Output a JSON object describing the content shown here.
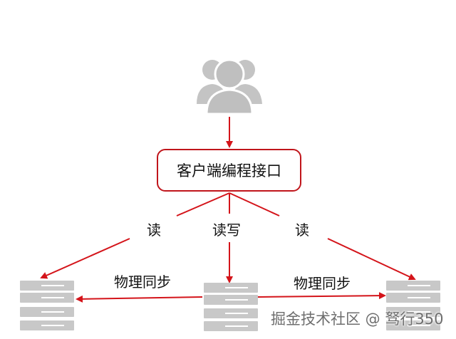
{
  "diagram": {
    "api_box_label": "客户端编程接口",
    "edges": {
      "read_left": "读",
      "read_write_center": "读写",
      "read_right": "读",
      "sync_left": "物理同步",
      "sync_right": "物理同步"
    },
    "nodes": {
      "clients_icon": "users-icon",
      "server_icon": "server-icon"
    },
    "colors": {
      "arrow": "#d4141a",
      "box_border": "#c0151b",
      "icon_gray": "#c0c0c0",
      "server_gray": "#c8c8c8"
    }
  },
  "watermark": "掘金技术社区 @ 驽行350"
}
